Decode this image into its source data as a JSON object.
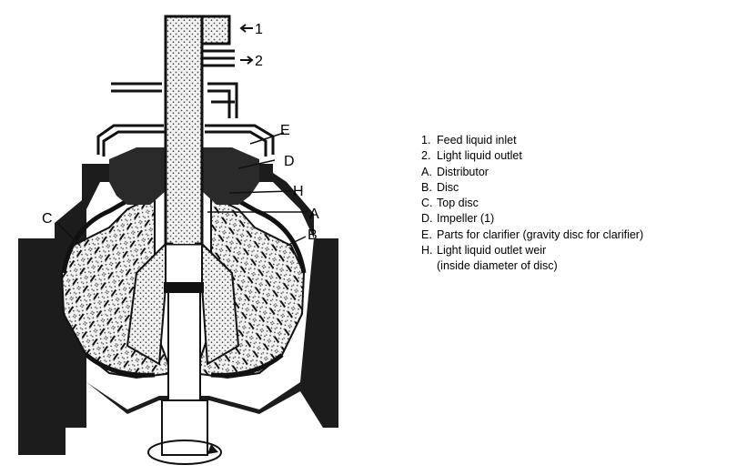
{
  "diagram": {
    "callouts": [
      {
        "id": "1",
        "text": "1",
        "arrow": "left"
      },
      {
        "id": "2",
        "text": "2",
        "arrow": "right"
      },
      {
        "id": "E",
        "text": "E"
      },
      {
        "id": "D",
        "text": "D"
      },
      {
        "id": "H",
        "text": "H"
      },
      {
        "id": "A",
        "text": "A"
      },
      {
        "id": "B",
        "text": "B"
      },
      {
        "id": "C",
        "text": "C"
      }
    ]
  },
  "legend": [
    {
      "key": "1.",
      "text": "Feed liquid inlet"
    },
    {
      "key": "2.",
      "text": "Light liquid outlet"
    },
    {
      "key": "A.",
      "text": "Distributor"
    },
    {
      "key": "B.",
      "text": "Disc"
    },
    {
      "key": "C.",
      "text": "Top disc"
    },
    {
      "key": "D.",
      "text": "Impeller (1)"
    },
    {
      "key": "E.",
      "text": "Parts for clarifier (gravity disc for clarifier)"
    },
    {
      "key": "H.",
      "text": "Light liquid outlet weir",
      "continuation": "(inside diameter of disc)"
    }
  ],
  "colors": {
    "ink": "#111111",
    "fill": "#d6d6d6",
    "dark": "#222222",
    "paper": "#ffffff"
  }
}
